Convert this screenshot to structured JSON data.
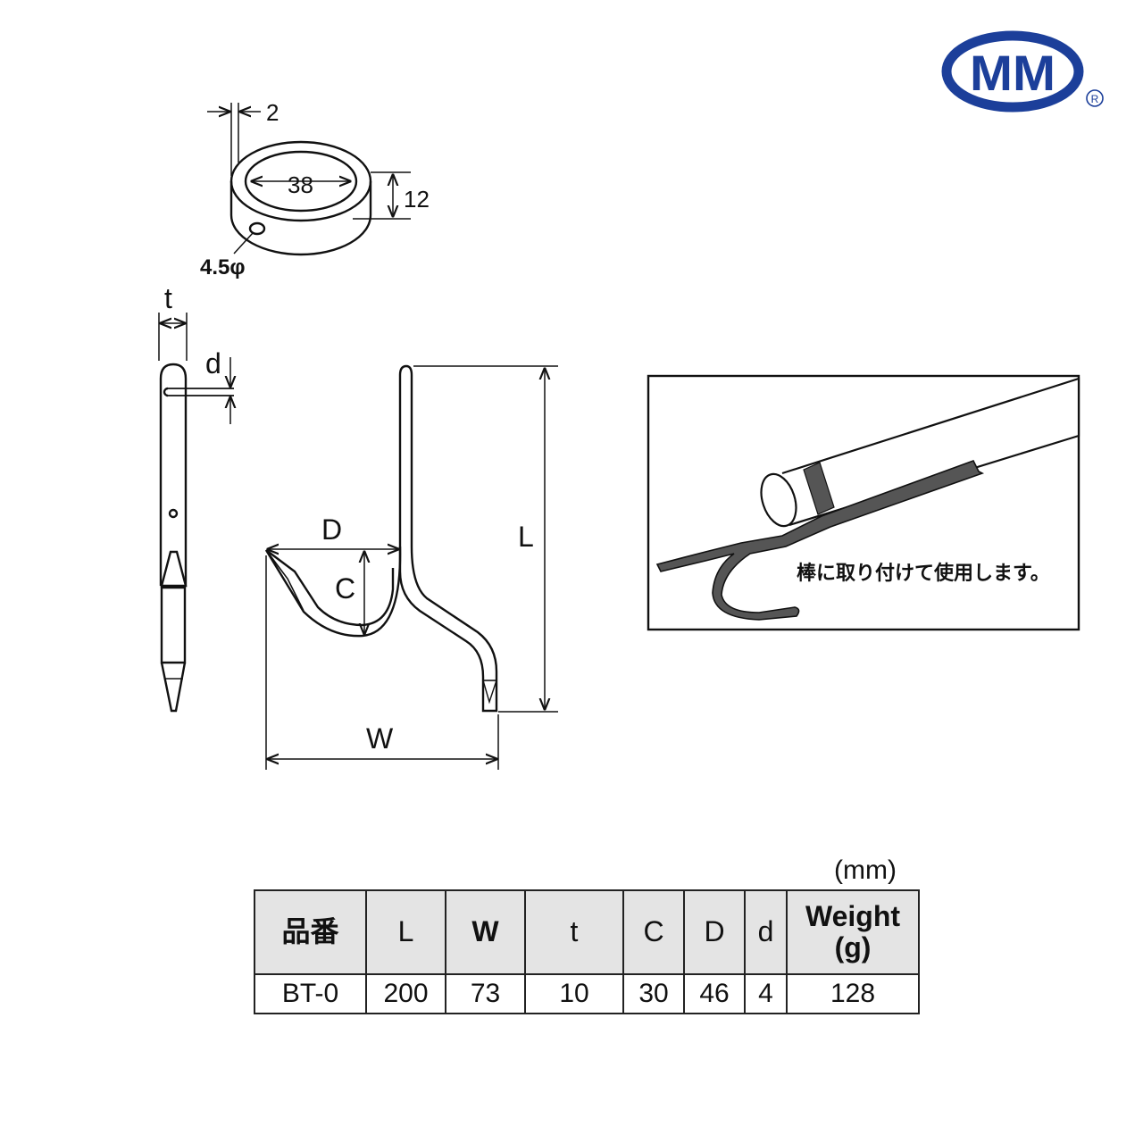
{
  "brand": {
    "logo_text": "MM",
    "registered_mark": "R"
  },
  "ring": {
    "wall_dim": "2",
    "diameter_dim": "38",
    "height_dim": "12",
    "hole_dim": "4.5φ"
  },
  "side_view": {
    "t_label": "t",
    "d_label": "d"
  },
  "front_view": {
    "D_label": "D",
    "C_label": "C",
    "L_label": "L",
    "W_label": "W"
  },
  "usage": {
    "caption": "棒に取り付けて使用します。"
  },
  "table": {
    "unit": "(mm)",
    "headers": [
      "品番",
      "L",
      "W",
      "t",
      "C",
      "D",
      "d",
      "Weight",
      "(g)"
    ],
    "row": [
      "BT-0",
      "200",
      "73",
      "10",
      "30",
      "46",
      "4",
      "128"
    ]
  },
  "colors": {
    "logo_blue": "#1c3f9a",
    "line": "#111111",
    "table_header_bg": "#e4e4e4",
    "hook_dark": "#555555"
  }
}
